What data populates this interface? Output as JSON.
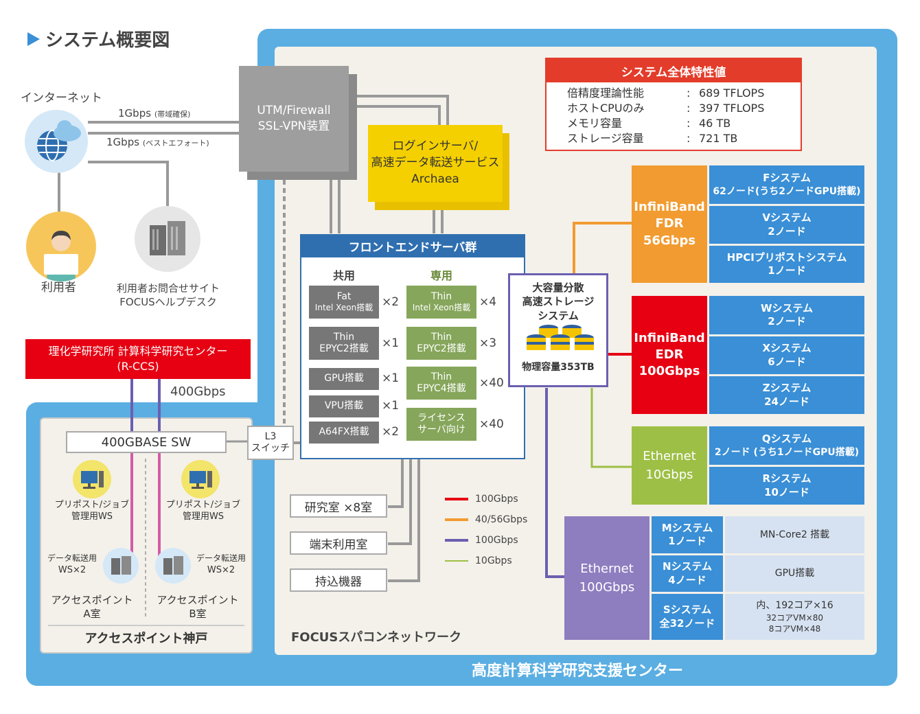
{
  "page_title": "システム概要図",
  "internet": {
    "label": "インターネット",
    "link_guaranteed": "1Gbps",
    "link_guaranteed_note": "(帯域確保)",
    "link_besteffort": "1Gbps",
    "link_besteffort_note": "(ベストエフォート)"
  },
  "users": {
    "label": "利用者"
  },
  "helpdesk": {
    "line1": "利用者お問合せサイト",
    "line2": "FOCUSヘルプデスク"
  },
  "firewall": {
    "line1": "UTM/Firewall",
    "line2": "SSL-VPN装置"
  },
  "login": {
    "line1": "ログインサーバ/",
    "line2": "高速データ転送サービス",
    "line3": "Archaea"
  },
  "specs": {
    "title": "システム全体特性値",
    "rows": [
      {
        "label": "倍精度理論性能",
        "sep": ":",
        "value": "689 TFLOPS"
      },
      {
        "label": "ホストCPUのみ",
        "sep": ":",
        "value": "397 TFLOPS"
      },
      {
        "label": "メモリ容量",
        "sep": ":",
        "value": "46 TB"
      },
      {
        "label": "ストレージ容量",
        "sep": ":",
        "value": "721 TB"
      }
    ]
  },
  "riken": {
    "line1": "理化学研究所 計算科学研究センター",
    "line2": "(R-CCS)",
    "link": "400Gbps"
  },
  "kobe": {
    "sw": "400GBASE SW",
    "l3_line1": "L3",
    "l3_line2": "スイッチ",
    "ws_a_line1": "プリポスト/ジョブ",
    "ws_a_line2": "管理用WS",
    "ws_b_line1": "プリポスト/ジョブ",
    "ws_b_line2": "管理用WS",
    "dt_a_line1": "データ転送用",
    "dt_a_line2": "WS×2",
    "dt_b_line1": "データ転送用",
    "dt_b_line2": "WS×2",
    "ap_a_line1": "アクセスポイント",
    "ap_a_line2": "A室",
    "ap_b_line1": "アクセスポイント",
    "ap_b_line2": "B室",
    "footer": "アクセスポイント神戸"
  },
  "frontend": {
    "title": "フロントエンドサーバ群",
    "shared_label": "共用",
    "dedicated_label": "専用",
    "shared": [
      {
        "line1": "Fat",
        "line2": "Intel Xeon搭載",
        "mult": "×2"
      },
      {
        "line1": "Thin",
        "line2": "EPYC2搭載",
        "mult": "×1"
      },
      {
        "line1": "GPU搭載",
        "line2": "",
        "mult": "×1"
      },
      {
        "line1": "VPU搭載",
        "line2": "",
        "mult": "×1"
      },
      {
        "line1": "A64FX搭載",
        "line2": "",
        "mult": "×2"
      }
    ],
    "dedicated": [
      {
        "line1": "Thin",
        "line2": "Intel Xeon搭載",
        "mult": "×4"
      },
      {
        "line1": "Thin",
        "line2": "EPYC2搭載",
        "mult": "×3"
      },
      {
        "line1": "Thin",
        "line2": "EPYC4搭載",
        "mult": "×40"
      },
      {
        "line1": "ライセンス",
        "line2": "サーバ向け",
        "mult": "×40"
      }
    ]
  },
  "storage": {
    "line1": "大容量分散",
    "line2": "高速ストレージ",
    "line3": "システム",
    "capacity": "物理容量353TB"
  },
  "rooms": [
    "研究室 ×8室",
    "端末利用室",
    "持込機器"
  ],
  "legend": [
    {
      "color": "#e60012",
      "label": "100Gbps"
    },
    {
      "color": "#f29b30",
      "label": "40/56Gbps"
    },
    {
      "color": "#6a5fb0",
      "label": "100Gbps"
    },
    {
      "color": "#9dbf45",
      "label": "10Gbps"
    }
  ],
  "fdr": {
    "line1": "InfiniBand",
    "line2": "FDR",
    "line3": "56Gbps",
    "color": "#f29b30",
    "systems": [
      {
        "line1": "Fシステム",
        "line2": "62ノード(うち2ノードGPU搭載)"
      },
      {
        "line1": "Vシステム",
        "line2": "2ノード"
      },
      {
        "line1": "HPCIプリポストシステム",
        "line2": "1ノード"
      }
    ]
  },
  "edr": {
    "line1": "InfiniBand",
    "line2": "EDR",
    "line3": "100Gbps",
    "color": "#e60012",
    "systems": [
      {
        "line1": "Wシステム",
        "line2": "2ノード"
      },
      {
        "line1": "Xシステム",
        "line2": "6ノード"
      },
      {
        "line1": "Zシステム",
        "line2": "24ノード"
      }
    ]
  },
  "eth10": {
    "line1": "Ethernet",
    "line2": "10Gbps",
    "color": "#9dbf45",
    "systems": [
      {
        "line1": "Qシステム",
        "line2": "2ノード (うち1ノードGPU搭載)"
      },
      {
        "line1": "Rシステム",
        "line2": "10ノード"
      }
    ]
  },
  "eth100": {
    "line1": "Ethernet",
    "line2": "100Gbps",
    "color": "#8e7dbf",
    "systems": [
      {
        "line1": "Mシステム",
        "line2": "1ノード",
        "desc1": "MN-Core2 搭載",
        "desc2": "",
        "desc3": ""
      },
      {
        "line1": "Nシステム",
        "line2": "4ノード",
        "desc1": "GPU搭載",
        "desc2": "",
        "desc3": ""
      },
      {
        "line1": "Sシステム",
        "line2": "全32ノード",
        "desc1": "内、192コア×16",
        "desc2": "32コアVM×80",
        "desc3": "8コアVM×48"
      }
    ]
  },
  "focus_network": "FOCUSスパコンネットワーク",
  "center_name": "高度計算科学研究支援センター"
}
